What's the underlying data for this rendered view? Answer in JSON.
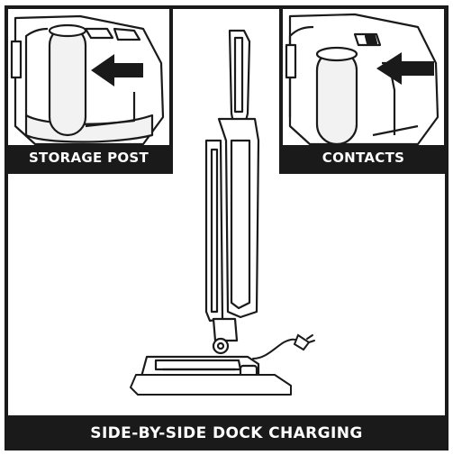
{
  "insets": {
    "storage_post": {
      "label": "STORAGE POST"
    },
    "contacts": {
      "label": "CONTACTS"
    }
  },
  "caption": {
    "label": "SIDE-BY-SIDE DOCK CHARGING"
  },
  "colors": {
    "ink": "#1a1a1a",
    "paper": "#ffffff",
    "fill_light": "#f2f2f2"
  },
  "icons": [
    "storage-post-icon",
    "contacts-icon",
    "arrow-icon",
    "stick-vacuum-icon",
    "charging-dock-icon",
    "power-cord-icon"
  ]
}
